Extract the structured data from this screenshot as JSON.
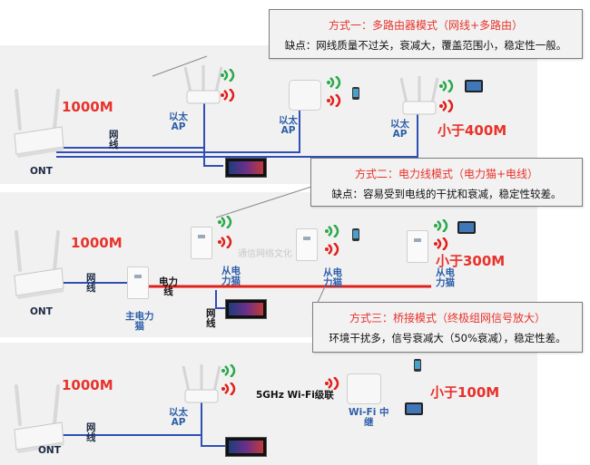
{
  "callouts": [
    {
      "title": "方式一：多路由器模式（网线+多路由）",
      "desc": "缺点：网线质量不过关，衰减大，覆盖范围小，稳定性一般。"
    },
    {
      "title": "方式二：电力线模式（电力猫+电线）",
      "desc": "缺点：容易受到电线的干扰和衰减，稳定性较差。"
    },
    {
      "title": "方式三：桥接模式（终极组网信号放大）",
      "desc": "环境干扰多，信号衰减大（50%衰减），稳定性差。"
    }
  ],
  "section1": {
    "speed_in": "1000M",
    "speed_out": "小于400M",
    "ont": "ONT",
    "cable": [
      "网",
      "线"
    ],
    "ap_a": [
      "以太",
      "AP"
    ],
    "ap_b": [
      "以太",
      "AP"
    ],
    "ap_c": [
      "以太",
      "AP"
    ]
  },
  "section2": {
    "speed_in": "1000M",
    "speed_out": "小于300M",
    "ont": "ONT",
    "cable": [
      "网",
      "线"
    ],
    "power_line": [
      "电力",
      "线"
    ],
    "master": [
      "主电力",
      "猫"
    ],
    "slave_a": [
      "从电",
      "力猫"
    ],
    "slave_b": [
      "从电",
      "力猫"
    ],
    "slave_c": [
      "从电",
      "力猫"
    ],
    "cable_tv": [
      "网",
      "线"
    ],
    "watermark": "通信网络文化"
  },
  "section3": {
    "speed_in": "1000M",
    "speed_out": "小于100M",
    "ont": "ONT",
    "cable": [
      "网",
      "线"
    ],
    "ap": [
      "以太",
      "AP"
    ],
    "wifi_link": "5GHz Wi-Fi级联",
    "repeater": [
      "Wi-Fi 中",
      "继"
    ]
  },
  "colors": {
    "accent_red": "#e8322b",
    "cable_blue": "#2f4fb5",
    "power_red": "#e0201b",
    "label_blue": "#2c5ea8"
  }
}
